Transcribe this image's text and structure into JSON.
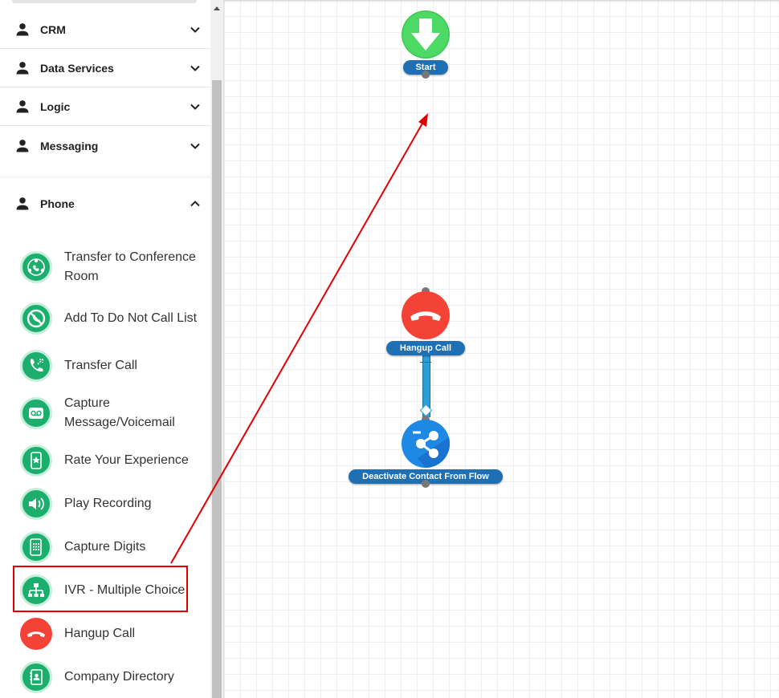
{
  "sidebar": {
    "categories": [
      {
        "label": "CRM",
        "expanded": false
      },
      {
        "label": "Data Services",
        "expanded": false
      },
      {
        "label": "Logic",
        "expanded": false
      },
      {
        "label": "Messaging",
        "expanded": false
      },
      {
        "label": "Phone",
        "expanded": true
      }
    ],
    "phone_items": [
      {
        "label": "Transfer to Conference Room",
        "icon": "conference-icon"
      },
      {
        "label": "Add To Do Not Call List",
        "icon": "no-call-icon"
      },
      {
        "label": "Transfer Call",
        "icon": "transfer-call-icon"
      },
      {
        "label": "Capture Message/Voicemail",
        "icon": "voicemail-icon"
      },
      {
        "label": "Rate Your Experience",
        "icon": "rate-experience-icon"
      },
      {
        "label": "Play Recording",
        "icon": "speaker-icon"
      },
      {
        "label": "Capture Digits",
        "icon": "keypad-icon"
      },
      {
        "label": "IVR - Multiple Choice",
        "icon": "ivr-tree-icon"
      },
      {
        "label": "Hangup Call",
        "icon": "hangup-icon"
      },
      {
        "label": "Company Directory",
        "icon": "directory-icon"
      }
    ]
  },
  "canvas": {
    "nodes": [
      {
        "label": "Start",
        "color": "#4cd964"
      },
      {
        "label": "Hangup Call",
        "color": "#f44336"
      },
      {
        "label": "Deactivate Contact From Flow",
        "color": "#1e88e5"
      }
    ]
  },
  "colors": {
    "accent_green": "#1cae6d",
    "node_label_blue": "#1f6fb5",
    "annotation_red": "#e00000"
  }
}
